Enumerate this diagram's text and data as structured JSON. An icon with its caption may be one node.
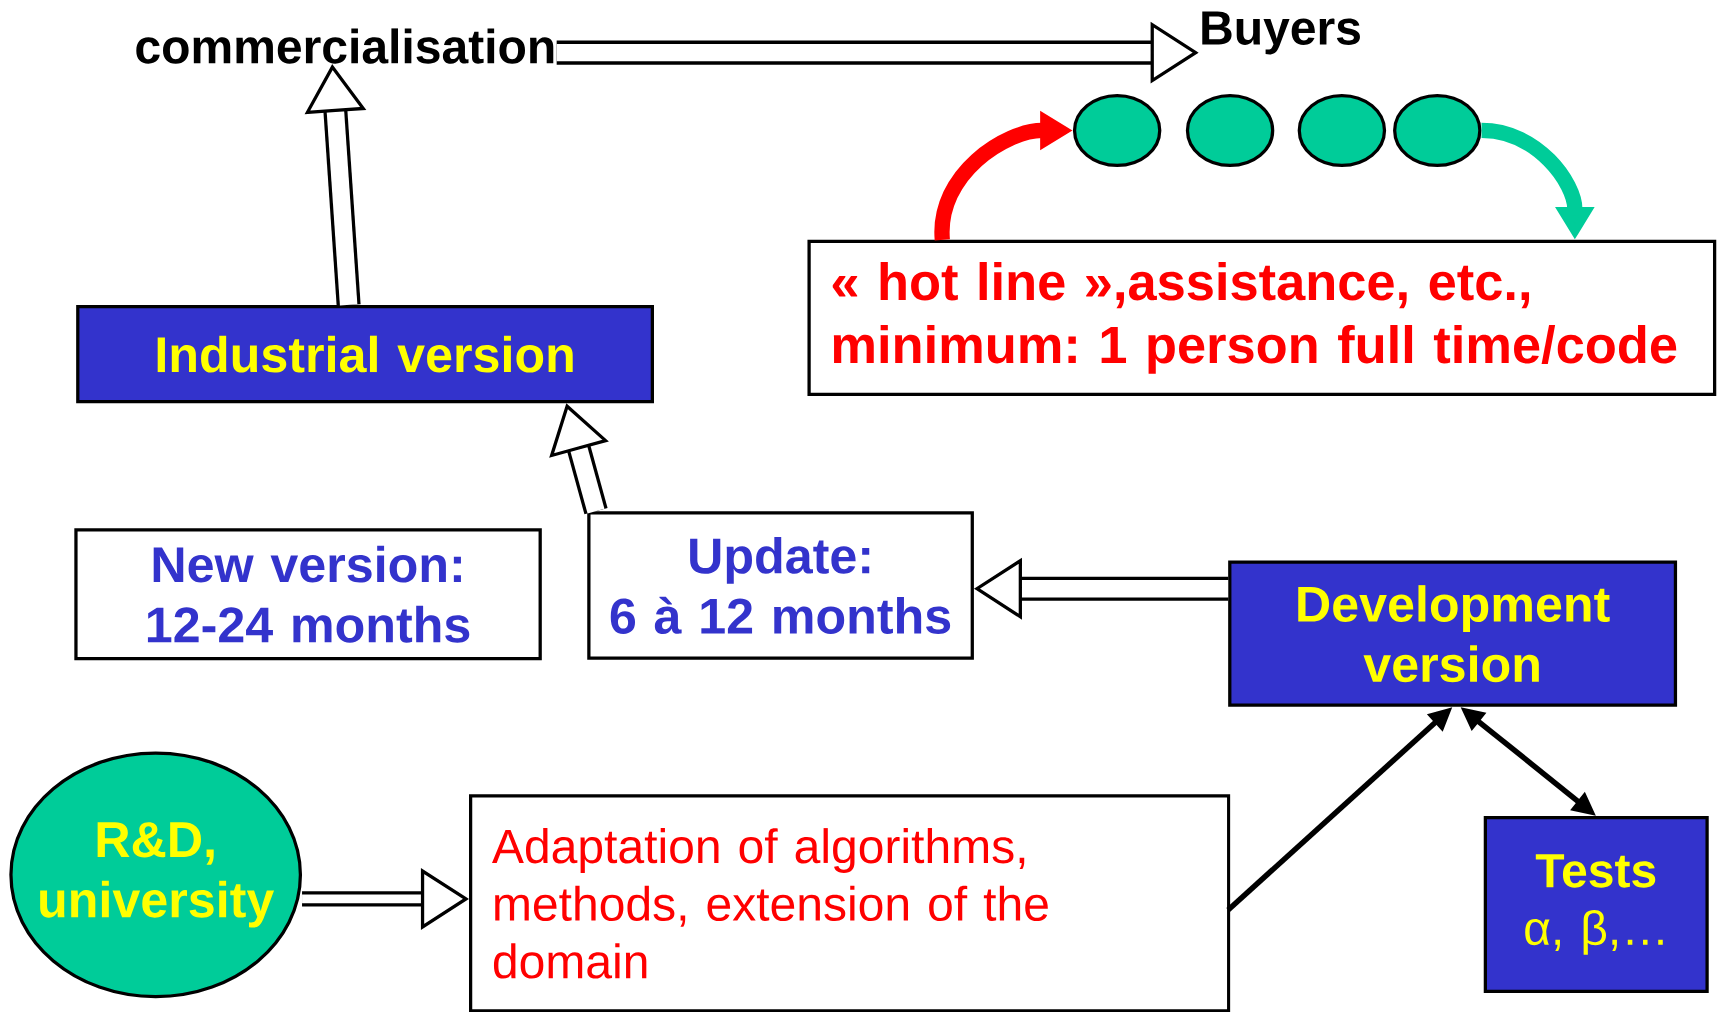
{
  "diagram": {
    "nodes": [
      {
        "text": [
          "commercialisation"
        ]
      },
      {
        "text": [
          "Buyers"
        ]
      },
      {
        "text": [],
        "shape": "circle"
      },
      {
        "text": [],
        "shape": "circle"
      },
      {
        "text": [],
        "shape": "circle"
      },
      {
        "text": [],
        "shape": "circle"
      },
      {
        "text": [
          "« hot line »,assistance, etc., minimum: 1 person full time/code"
        ]
      },
      {
        "text": [
          "Industrial version"
        ]
      },
      {
        "text": [
          "New version: 12-24 months"
        ]
      },
      {
        "text": [
          "Update:",
          "6 à 12 months"
        ]
      },
      {
        "text": [
          "Development version"
        ]
      },
      {
        "text": [
          "R&D, university"
        ]
      },
      {
        "text": [
          "Adaptation of algorithms, methods, extension of the domain"
        ]
      },
      {
        "text": [
          "Tests",
          "α, β,…"
        ]
      }
    ],
    "edges": [
      {
        "from": 0,
        "to": 1,
        "arrow": "to"
      },
      {
        "from": 7,
        "to": 0,
        "arrow": "to"
      },
      {
        "from": 9,
        "to": 7,
        "arrow": "to"
      },
      {
        "from": 10,
        "to": 9,
        "arrow": "to"
      },
      {
        "from": 11,
        "to": 12,
        "arrow": "to"
      },
      {
        "from": 12,
        "to": 10,
        "arrow": "to"
      },
      {
        "from": 10,
        "to": 13,
        "arrow": "both"
      },
      {
        "from": 6,
        "to": 2,
        "arrow": "to",
        "color": "#ff0000"
      },
      {
        "from": 5,
        "to": 6,
        "arrow": "to",
        "color": "#00cc99"
      }
    ]
  }
}
